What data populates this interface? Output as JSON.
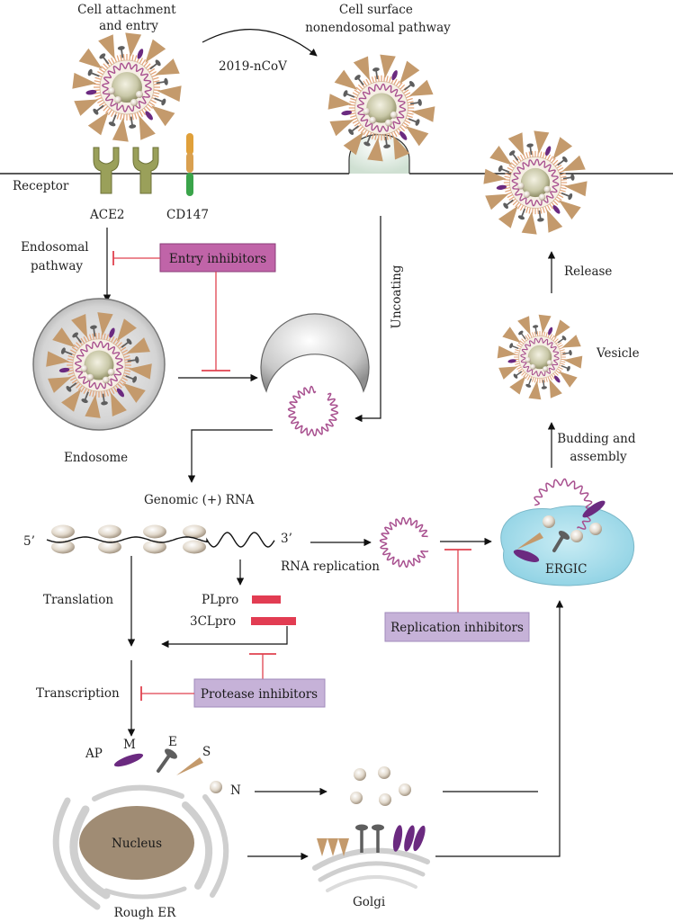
{
  "labels": {
    "cell_attachment": [
      "Cell attachment",
      "and entry"
    ],
    "cell_surface": [
      "Cell surface",
      "nonendosomal pathway"
    ],
    "virus_name": "2019-nCoV",
    "receptor": "Receptor",
    "ace2": "ACE2",
    "cd147": "CD147",
    "endosomal_pathway": [
      "Endosomal",
      "pathway"
    ],
    "endosome": "Endosome",
    "uncoating": "Uncoating",
    "genomic_rna": "Genomic (+) RNA",
    "five_prime": "5’",
    "three_prime": "3’",
    "rna_replication": "RNA replication",
    "translation": "Translation",
    "plpro": "PLpro",
    "clpro": "3CLpro",
    "transcription": "Transcription",
    "ap": "AP",
    "m": "M",
    "e": "E",
    "s": "S",
    "n": "N",
    "nucleus": "Nucleus",
    "rough_er": "Rough ER",
    "golgi": "Golgi",
    "ergic": "ERGIC",
    "budding": [
      "Budding and",
      "assembly"
    ],
    "vesicle": "Vesicle",
    "release": "Release"
  },
  "inhibitors": {
    "entry": "Entry inhibitors",
    "replication": "Replication inhibitors",
    "protease": "Protease inhibitors"
  },
  "colors": {
    "entry_box": "#c064a8",
    "soft_box": "#c6b2d8",
    "inhibition_line": "#e0424f",
    "spike": "#c49a6c",
    "membrane_protein": "#6b2a80",
    "envelope": "#5e5e5e",
    "rna": "#a8508f",
    "capsid": "#d8cdbd",
    "ace2": "#9aa05a",
    "ergic": "#a6dbe9",
    "nucleus": "#a08c74",
    "protease_bar": "#e23c52"
  }
}
